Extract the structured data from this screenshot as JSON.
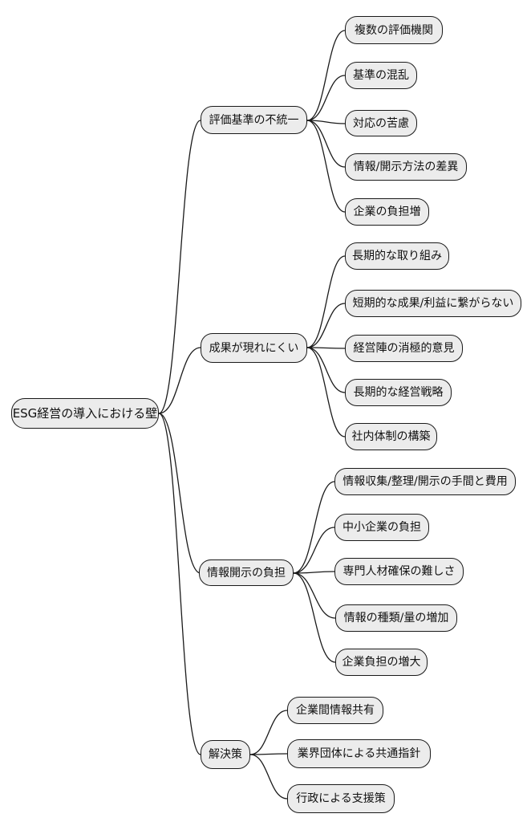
{
  "diagram": {
    "type": "mindmap",
    "background_color": "#ffffff",
    "node_fill_color": "#ececec",
    "node_border_color": "#1a1a1a",
    "edge_color": "#1a1a1a",
    "text_color": "#111111",
    "root": {
      "label": "ESG経営の導入における壁"
    },
    "branches": [
      {
        "label": "評価基準の不統一",
        "children": [
          {
            "label": "複数の評価機関"
          },
          {
            "label": "基準の混乱"
          },
          {
            "label": "対応の苦慮"
          },
          {
            "label": "情報/開示方法の差異"
          },
          {
            "label": "企業の負担増"
          }
        ]
      },
      {
        "label": "成果が現れにくい",
        "children": [
          {
            "label": "長期的な取り組み"
          },
          {
            "label": "短期的な成果/利益に繋がらない"
          },
          {
            "label": "経営陣の消極的意見"
          },
          {
            "label": "長期的な経営戦略"
          },
          {
            "label": "社内体制の構築"
          }
        ]
      },
      {
        "label": "情報開示の負担",
        "children": [
          {
            "label": "情報収集/整理/開示の手間と費用"
          },
          {
            "label": "中小企業の負担"
          },
          {
            "label": "専門人材確保の難しさ"
          },
          {
            "label": "情報の種類/量の増加"
          },
          {
            "label": "企業負担の増大"
          }
        ]
      },
      {
        "label": "解決策",
        "children": [
          {
            "label": "企業間情報共有"
          },
          {
            "label": "業界団体による共通指針"
          },
          {
            "label": "行政による支援策"
          }
        ]
      }
    ]
  }
}
